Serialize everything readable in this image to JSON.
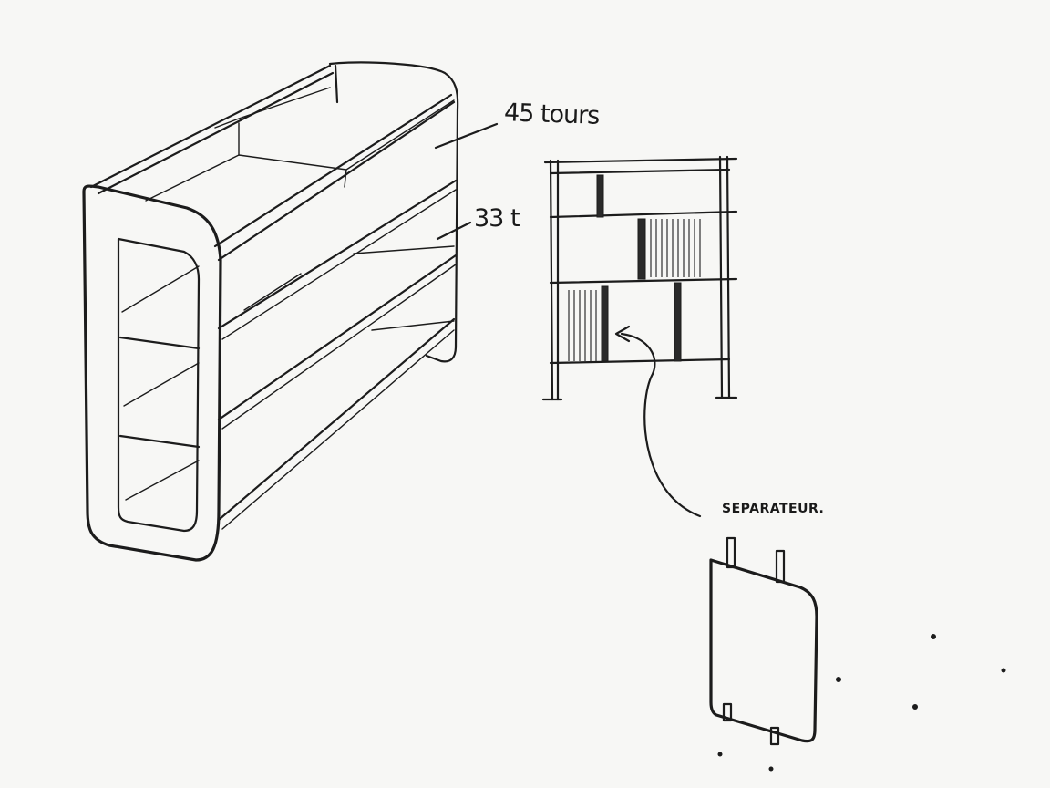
{
  "annotations": {
    "label_45": "45 tours",
    "label_33": "33 t",
    "label_separator": "SEPARATEUR."
  },
  "ink_color": "#1c1c1c",
  "paper_color": "#f7f7f5"
}
